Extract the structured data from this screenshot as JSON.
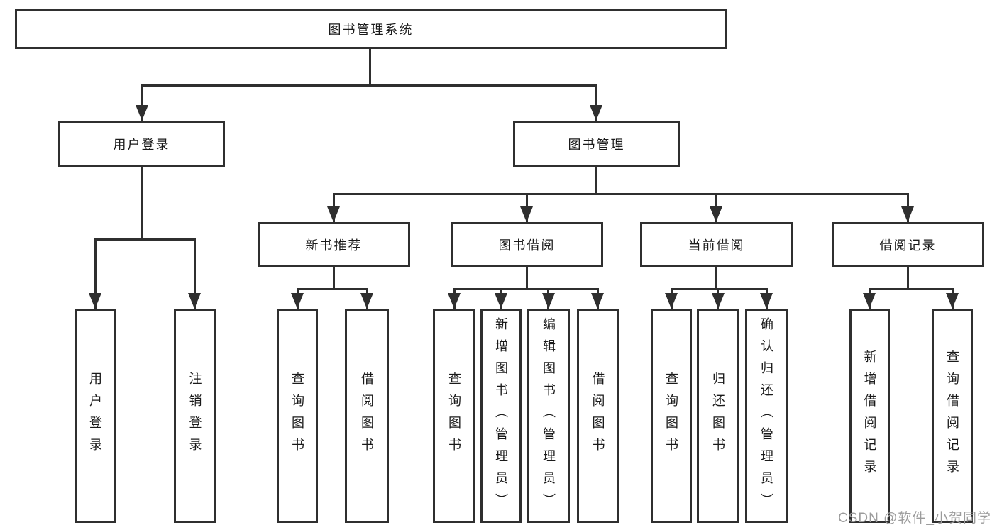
{
  "diagram": {
    "root": {
      "label": "图书管理系统"
    },
    "level2": [
      {
        "label": "用户登录"
      },
      {
        "label": "图书管理"
      }
    ],
    "level3": [
      {
        "label": "新书推荐"
      },
      {
        "label": "图书借阅"
      },
      {
        "label": "当前借阅"
      },
      {
        "label": "借阅记录"
      }
    ],
    "leaves": {
      "user_login": [
        {
          "label": "用户登录"
        },
        {
          "label": "注销登录"
        }
      ],
      "new_books": [
        {
          "label": "查询图书"
        },
        {
          "label": "借阅图书"
        }
      ],
      "book_borrow": [
        {
          "label": "查询图书"
        },
        {
          "label": "新增图书（管理员）"
        },
        {
          "label": "编辑图书（管理员）"
        },
        {
          "label": "借阅图书"
        }
      ],
      "current_borrow": [
        {
          "label": "查询图书"
        },
        {
          "label": "归还图书"
        },
        {
          "label": "确认归还（管理员）"
        }
      ],
      "borrow_records": [
        {
          "label": "新增借阅记录"
        },
        {
          "label": "查询借阅记录"
        }
      ]
    }
  },
  "watermark": {
    "text": "CSDN @软件_小贺同学"
  },
  "colors": {
    "line": "#2f2f2f",
    "text": "#1a1a1a",
    "wm": "#9c9c9c",
    "bg": "#ffffff"
  }
}
